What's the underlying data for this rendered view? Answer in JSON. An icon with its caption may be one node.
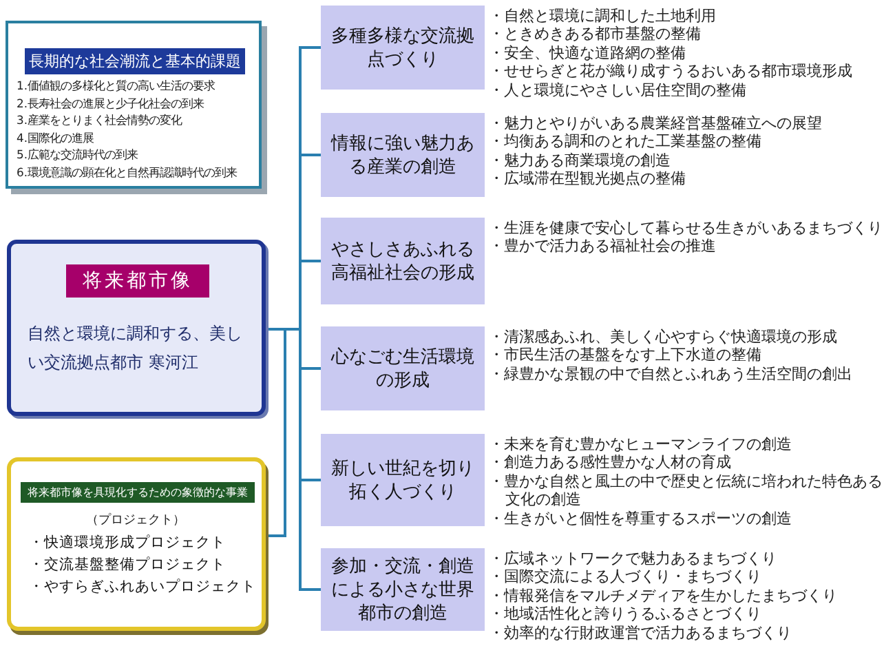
{
  "diagram": {
    "nodes": [
      {
        "text": [
          "長期的な社会潮流と基本的課題",
          "1.価値観の多様化と質の高い生活の要求",
          "2.長寿社会の進展と少子化社会の到来",
          "3.産業をとりまく社会情勢の変化",
          "4.国際化の進展",
          "5.広範な交流時代の到来",
          "6.環境意識の顕在化と自然再認識時代の到来"
        ]
      },
      {
        "text": [
          "将来都市像",
          "自然と環境に調和する、美しい交流拠点都市 寒河江"
        ]
      },
      {
        "text": [
          "将来都市像を具現化するための象徴的な事業",
          "（プロジェクト）",
          "・快適環境形成プロジェクト",
          "・交流基盤整備プロジェクト",
          "・やすらぎふれあいプロジェクト"
        ]
      },
      {
        "text": [
          "多種多様な交流拠点づくり"
        ],
        "beside": [
          "・自然と環境に調和した土地利用",
          "・ときめきある都市基盤の整備",
          "・安全、快適な道路網の整備",
          "・せせらぎと花が織り成すうるおいある都市環境形成",
          "・人と環境にやさしい居住空間の整備"
        ]
      },
      {
        "text": [
          "情報に強い魅力ある産業の創造"
        ],
        "beside": [
          "・魅力とやりがいある農業経営基盤確立への展望",
          "・均衡ある調和のとれた工業基盤の整備",
          "・魅力ある商業環境の創造",
          "・広域滞在型観光拠点の整備"
        ]
      },
      {
        "text": [
          "やさしさあふれる高福祉社会の形成"
        ],
        "beside": [
          "・生涯を健康で安心して暮らせる生きがいあるまちづくり",
          "・豊かで活力ある福祉社会の推進"
        ]
      },
      {
        "text": [
          "心なごむ生活環境の形成"
        ],
        "beside": [
          "・清潔感あふれ、美しく心やすらぐ快適環境の形成",
          "・市民生活の基盤をなす上下水道の整備",
          "・緑豊かな景観の中で自然とふれあう生活空間の創出"
        ]
      },
      {
        "text": [
          "新しい世紀を切り拓く人づくり"
        ],
        "beside": [
          "・未来を育む豊かなヒューマンライフの創造",
          "・創造力ある感性豊かな人材の育成",
          "・豊かな自然と風土の中で歴史と伝統に培われた特色ある文化の創造",
          "・生きがいと個性を尊重するスポーツの創造"
        ]
      },
      {
        "text": [
          "参加・交流・創造による小さな世界都市の創造"
        ],
        "beside": [
          "・広域ネットワークで魅力あるまちづくり",
          "・国際交流による人づくり・まちづくり",
          "・情報発信をマルチメディアを生かしたまちづくり",
          "・地域活性化と誇りうるふるさとづくり",
          "・効率的な行財政運営で活力あるまちづくり"
        ]
      }
    ],
    "edges": [
      {
        "from": 1,
        "to": 3,
        "arrow": "none"
      },
      {
        "from": 1,
        "to": 4,
        "arrow": "none"
      },
      {
        "from": 1,
        "to": 5,
        "arrow": "none"
      },
      {
        "from": 1,
        "to": 6,
        "arrow": "none"
      },
      {
        "from": 1,
        "to": 7,
        "arrow": "none"
      },
      {
        "from": 1,
        "to": 8,
        "arrow": "none"
      },
      {
        "from": 2,
        "to": 1,
        "arrow": "none"
      }
    ]
  }
}
